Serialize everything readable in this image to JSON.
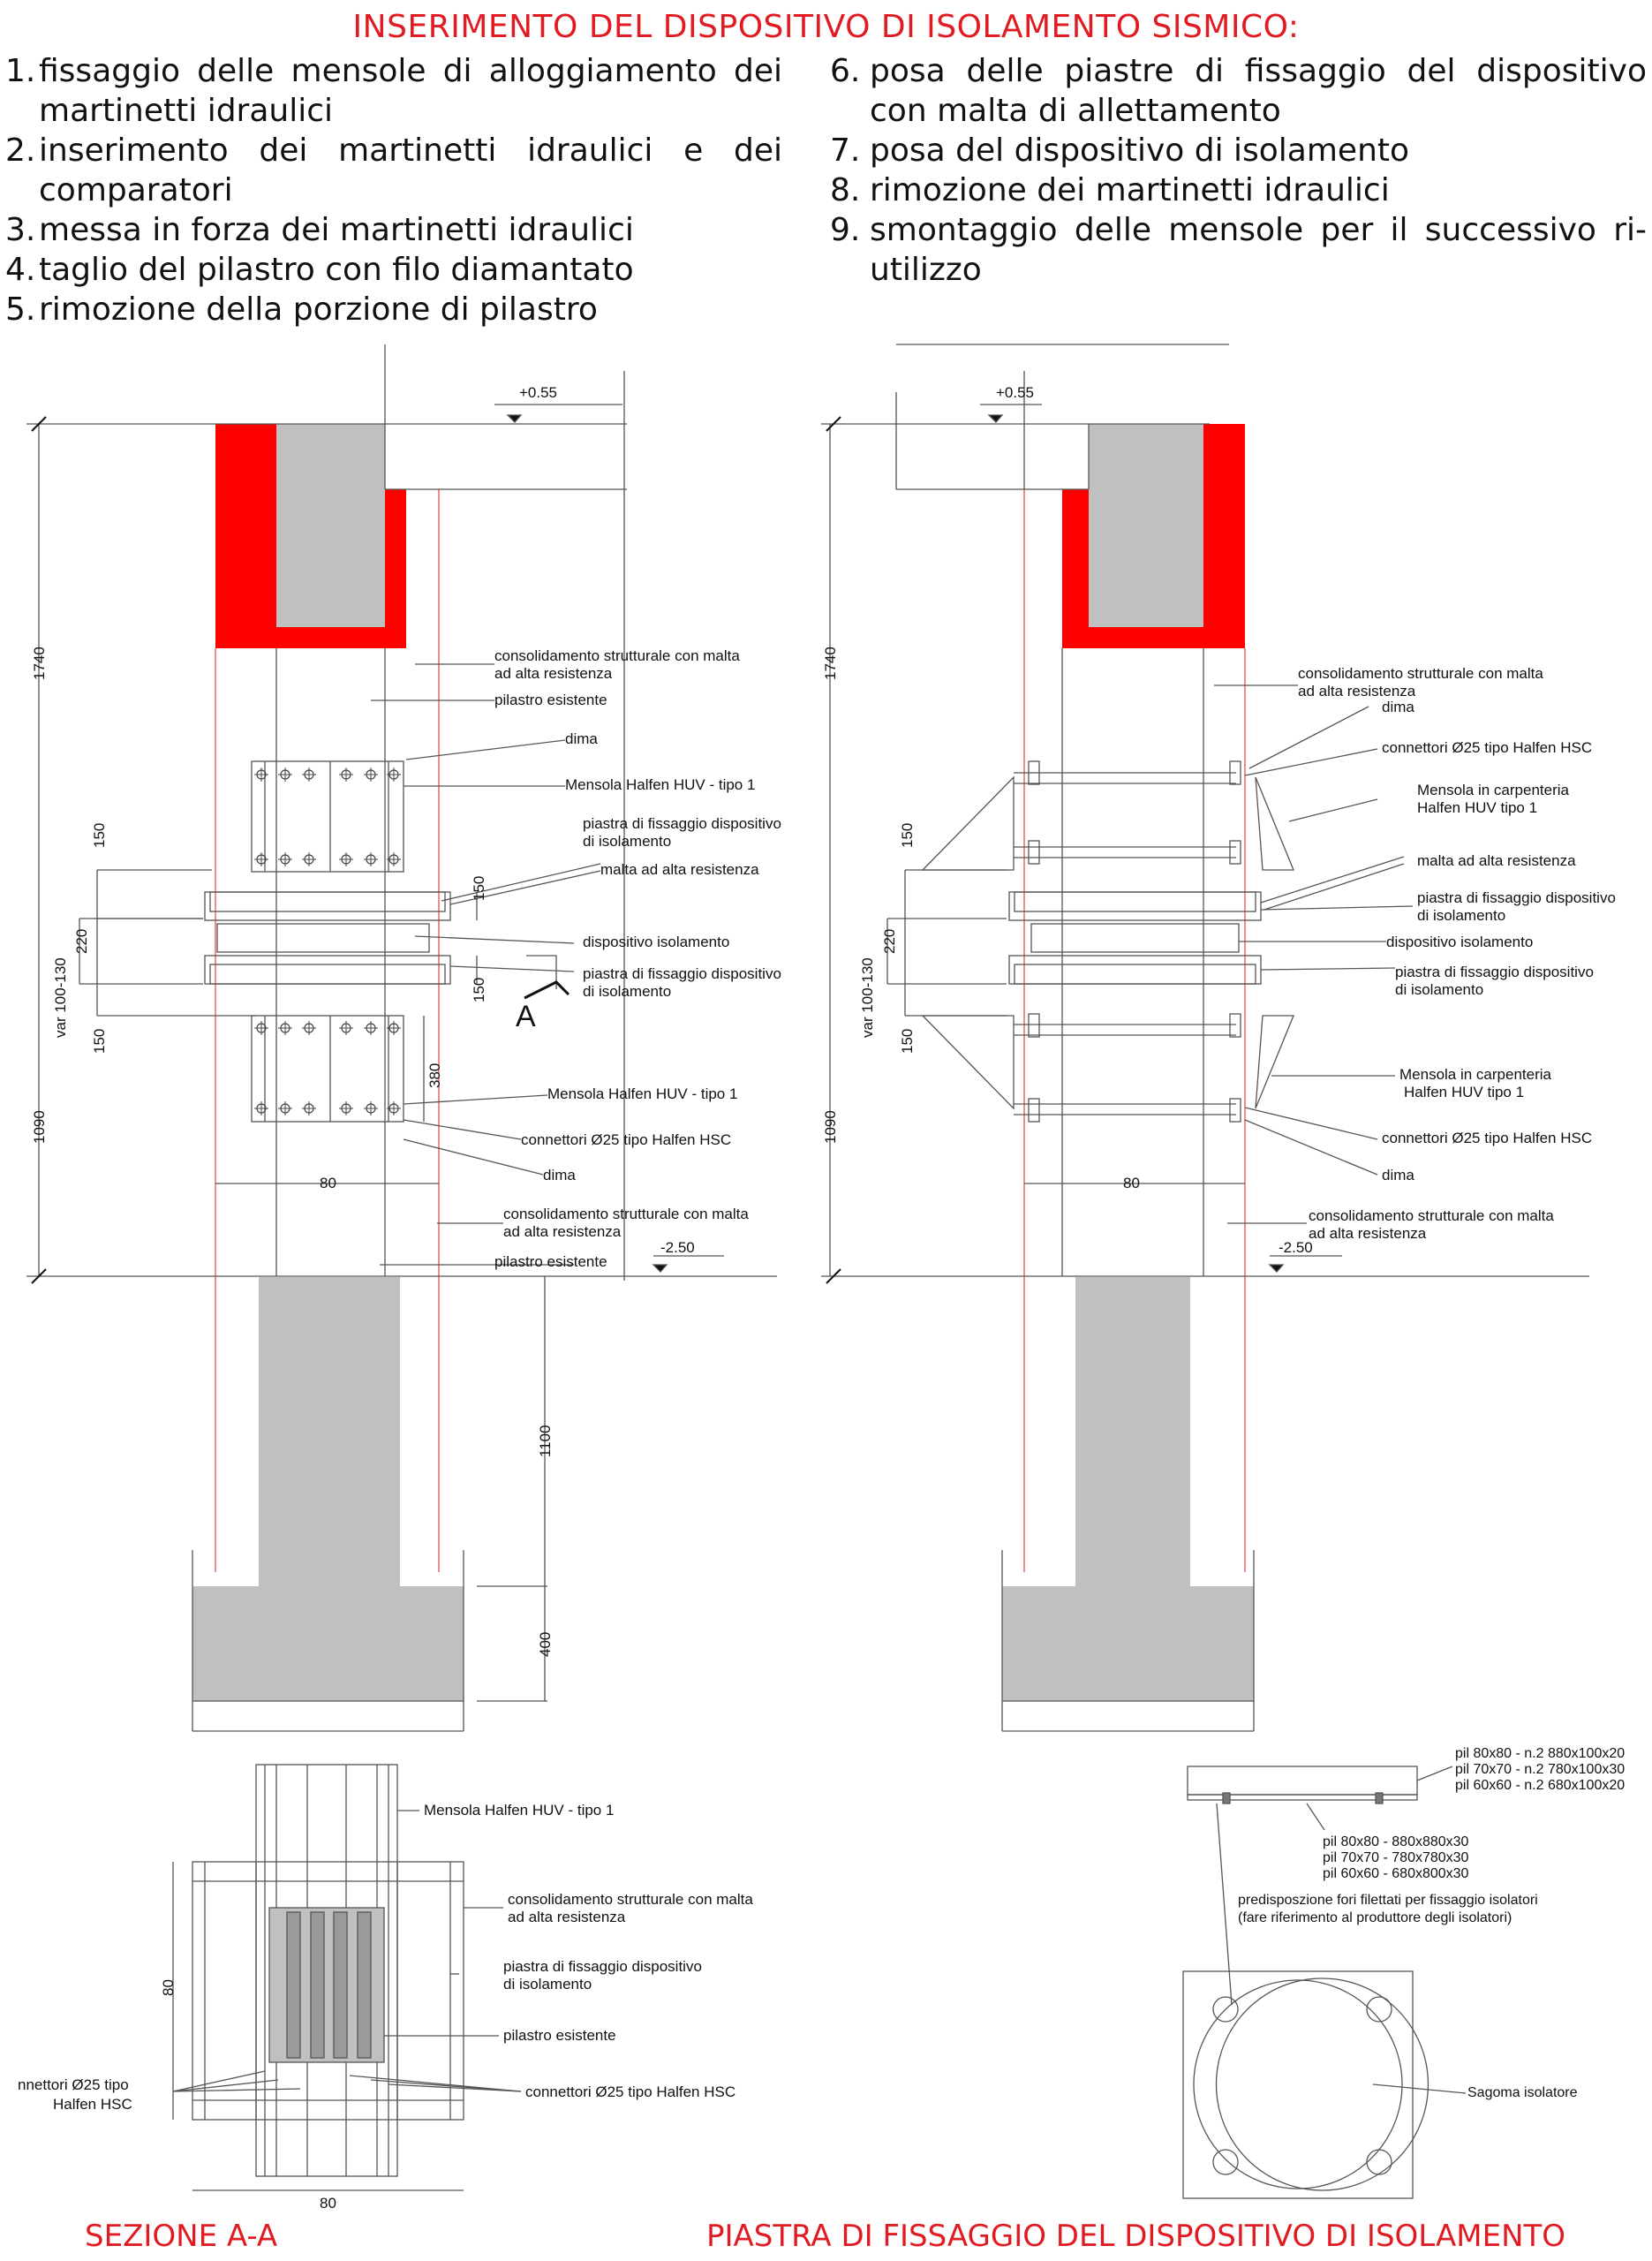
{
  "title": "INSERIMENTO DEL DISPOSITIVO DI ISOLAMENTO SISMICO:",
  "steps_left": [
    {
      "num": "1.",
      "text": "fissaggio delle mensole di alloggiamento dei martinetti idraulici"
    },
    {
      "num": "2.",
      "text": "inserimento dei martinetti idraulici e dei comparatori"
    },
    {
      "num": "3.",
      "text": "messa in forza dei martinetti idraulici"
    },
    {
      "num": "4.",
      "text": "taglio del pilastro con filo diamantato"
    },
    {
      "num": "5.",
      "text": "rimozione della porzione di pilastro"
    }
  ],
  "steps_right": [
    {
      "num": "6.",
      "text": "posa delle piastre di fissaggio del dispositivo con malta di allettamento"
    },
    {
      "num": "7.",
      "text": "posa del dispositivo di isolamento"
    },
    {
      "num": "8.",
      "text": "rimozione dei martinetti idraulici"
    },
    {
      "num": "9.",
      "text": "smontaggio delle mensole per il successivo ri-utilizzo"
    }
  ],
  "left_section": {
    "level_top": "+0.55",
    "level_bottom": "-2.50",
    "dims": {
      "d1740": "1740",
      "d150a": "150",
      "d220": "220",
      "d_var": "var 100-130",
      "d150b": "150",
      "d1090": "1090",
      "d150c": "150",
      "d150d": "150",
      "d380": "380",
      "d80": "80",
      "d1100": "1100",
      "d400": "400"
    },
    "section_mark": "A",
    "labels": {
      "consolidamento_1": "consolidamento strutturale con malta",
      "consolidamento_2": "ad alta resistenza",
      "pilastro": "pilastro esistente",
      "dima": "dima",
      "mensola": "Mensola Halfen HUV - tipo 1",
      "piastra_1": "piastra di fissaggio dispositivo",
      "piastra_2": "di isolamento",
      "malta": "malta ad alta resistenza",
      "dispositivo": "dispositivo isolamento",
      "piastrab_1": "piastra di fissaggio dispositivo",
      "piastrab_2": "di isolamento",
      "mensola2": "Mensola Halfen HUV - tipo 1",
      "connettori": "connettori Ø25 tipo Halfen HSC",
      "dima2": "dima",
      "consolidamentob_1": "consolidamento strutturale con malta",
      "consolidamentob_2": "ad alta resistenza",
      "pilastro2": "pilastro esistente"
    }
  },
  "right_section": {
    "level_top": "+0.55",
    "level_bottom": "-2.50",
    "dims": {
      "d1740": "1740",
      "d150a": "150",
      "d220": "220",
      "d_var": "var 100-130",
      "d150b": "150",
      "d1090": "1090",
      "d80": "80"
    },
    "labels": {
      "consolidamento_1": "consolidamento strutturale con malta",
      "consolidamento_2": "ad alta resistenza",
      "dima": "dima",
      "connettori": "connettori Ø25 tipo Halfen HSC",
      "mensola_1": "Mensola in carpenteria",
      "mensola_2": "Halfen HUV tipo 1",
      "malta": "malta ad alta resistenza",
      "piastra_1": "piastra di fissaggio dispositivo",
      "piastra_2": "di isolamento",
      "dispositivo": "dispositivo isolamento",
      "piastrab_1": "piastra di fissaggio dispositivo",
      "piastrab_2": "di isolamento",
      "mensolab_1": "Mensola in carpenteria",
      "mensolab_2": "Halfen HUV tipo 1",
      "connettori2": "connettori Ø25 tipo Halfen HSC",
      "dima2": "dima",
      "consolidamentob_1": "consolidamento strutturale con malta",
      "consolidamentob_2": "ad alta resistenza"
    }
  },
  "plan_section": {
    "dims": {
      "d80v": "80",
      "d80h": "80"
    },
    "labels": {
      "mensola": "Mensola Halfen HUV - tipo 1",
      "consolidamento_1": "consolidamento strutturale con malta",
      "consolidamento_2": "ad alta resistenza",
      "piastra_1": "piastra di fissaggio dispositivo",
      "piastra_2": "di isolamento",
      "pilastro": "pilastro esistente",
      "connettori_left_1": "nnettori Ø25 tipo",
      "connettori_left_2": "Halfen HSC",
      "connettori_right": "connettori Ø25 tipo Halfen HSC"
    }
  },
  "plate_detail": {
    "side_1": "pil 80x80 - n.2 880x100x20",
    "side_2": "pil 70x70 - n.2 780x100x30",
    "side_3": "pil 60x60 - n.2 680x100x20",
    "plate_1": "pil 80x80 - 880x880x30",
    "plate_2": "pil 70x70 - 780x780x30",
    "plate_3": "pil 60x60 - 680x800x30",
    "holes_1": "predisposzione fori filettati per fissaggio isolatori",
    "holes_2": "(fare riferimento al produttore degli isolatori)",
    "sagoma": "Sagoma isolatore"
  },
  "captions": {
    "left": "SEZIONE A-A",
    "right": "PIASTRA DI FISSAGGIO DEL DISPOSITIVO DI ISOLAMENTO"
  },
  "colors": {
    "accent_red": "#e11b22",
    "concrete_gray": "#c0c0c0",
    "strong_red": "#ff0000"
  }
}
